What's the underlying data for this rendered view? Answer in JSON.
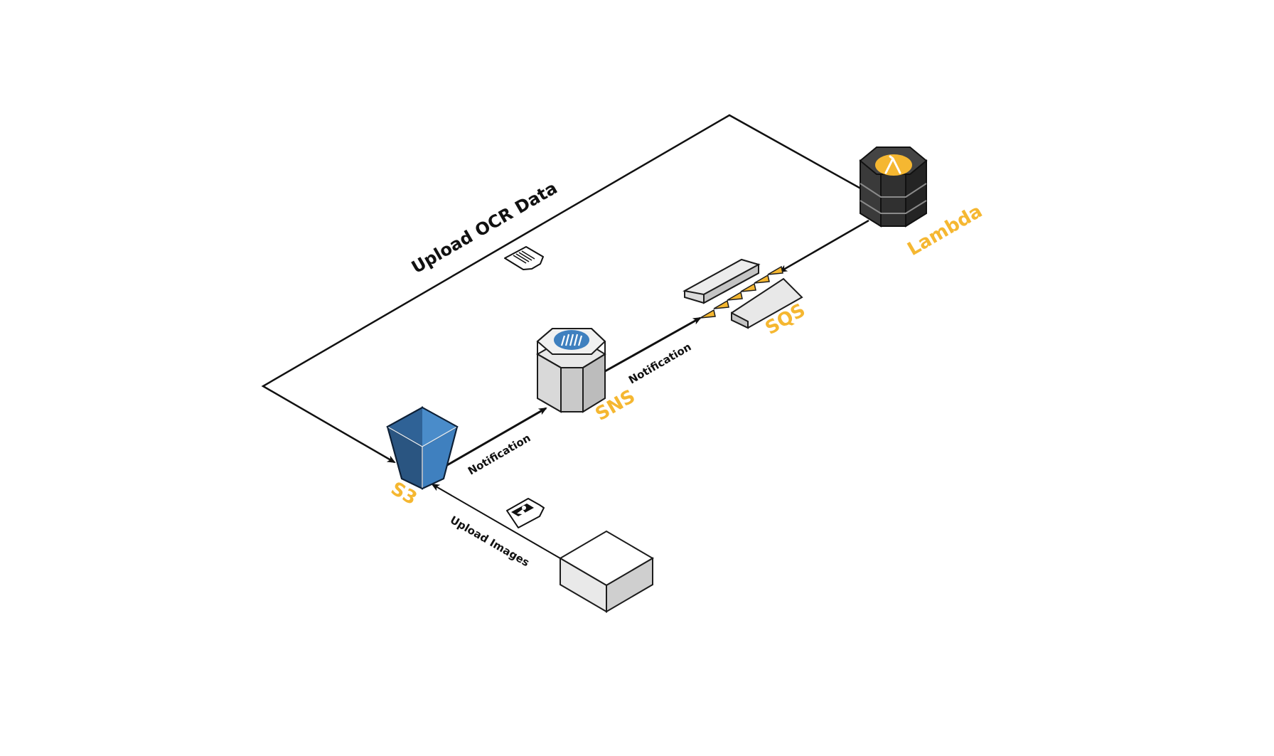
{
  "diagram": {
    "title_edge_label": "Upload OCR Data",
    "colors": {
      "accent": "#f5b731",
      "s3_dark": "#2a5581",
      "s3_light": "#3f80bf",
      "lambda_dark": "#2b2b2b",
      "sns_icon": "#3f80bf",
      "line": "#111111"
    },
    "nodes": {
      "s3": {
        "label": "S3",
        "icon": "s3-bucket-icon"
      },
      "sns": {
        "label": "SNS",
        "icon": "sns-topic-icon"
      },
      "sqs": {
        "label": "SQS",
        "icon": "sqs-queue-icon"
      },
      "lambda": {
        "label": "Lambda",
        "icon": "lambda-function-icon"
      },
      "client": {
        "label": "",
        "icon": "client-box-icon"
      }
    },
    "edges": {
      "s3_to_sns": "Notification",
      "sns_to_sqs": "Notification",
      "client_to_s3": "Upload Images",
      "lambda_to_s3": "Upload OCR Data"
    },
    "edge_icons": {
      "ocr_data": "document-icon",
      "images": "image-icon"
    }
  }
}
